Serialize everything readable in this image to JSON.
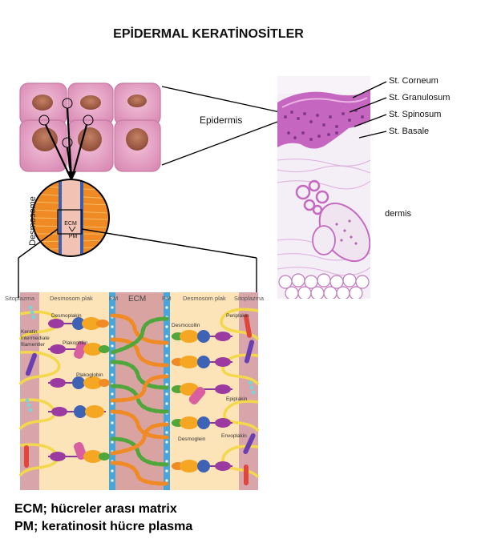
{
  "title": "EPİDERMAL KERATİNOSİTLER",
  "labels": {
    "epidermis": "Epidermis",
    "dermis": "dermis",
    "desmosome": "Desmosome",
    "ecm_small": "ECM",
    "pm_small": "PM"
  },
  "layers": [
    "St. Corneum",
    "St. Granulosum",
    "St. Spinosum",
    "St. Basale"
  ],
  "detail": {
    "sitoplazma_left": "Sitoplazma",
    "desmosom_plak_left": "Desmosom plak",
    "pm_left": "PM",
    "ecm": "ECM",
    "pm_right": "PM",
    "desmosom_plak_right": "Desmosom plak",
    "sitoplazma_right": "Sitoplazma",
    "proteins": {
      "keratin_line1": "Keratin",
      "keratin_line2": "intermediate",
      "keratin_line3": "filamentler",
      "desmoplakin": "Desmoplakin",
      "plakophilin": "Plakophilin",
      "plakoglobin": "Plakoglobin",
      "desmocollin": "Desmocollin",
      "desmoglein": "Desmoglein",
      "periplakin": "Periplakin",
      "epiplakin": "Epiplakin",
      "envoplakin": "Envoplakin"
    }
  },
  "captions": {
    "ecm": "ECM; hücreler arası matrix",
    "pm": "PM; keratinosit hücre plasma"
  },
  "colors": {
    "cell_fill": "#e8a6c8",
    "nucleus": "#a8624a",
    "histology": "#c566c0",
    "cytoplasm": "#fde3b8",
    "ecm_band": "#d9a3a1",
    "membrane": "#4aa6d8",
    "desmoplakin": "#9b3aa0",
    "plakoglobin": "#3f63b4",
    "cadherin_green": "#4fa63a",
    "cadherin_orange": "#f08a24",
    "keratin": "#f2d84a"
  }
}
